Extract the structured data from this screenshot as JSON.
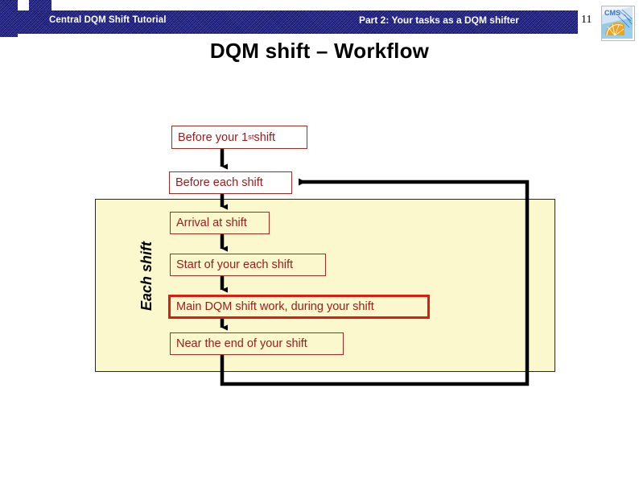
{
  "header": {
    "left_title": "Central DQM Shift Tutorial",
    "right_title": "Part 2: Your tasks as a DQM shifter",
    "page_number": "11",
    "logo_name": "CMS",
    "banner_color": "#191b9e"
  },
  "slide": {
    "title": "DQM shift – Workflow"
  },
  "diagram": {
    "panel_label": "Each shift",
    "panel_color": "#fbf8cd",
    "box_border_color": "#a62a22",
    "box_text_color": "#9e1a1a",
    "highlight_border_color": "#e01b10",
    "connector_color": "#000000",
    "boxes": [
      {
        "id": "before-first",
        "text_before": "Before your 1",
        "superscript": "st",
        "text_after": " shift",
        "emphasis": "normal"
      },
      {
        "id": "before-each",
        "label": "Before each shift",
        "emphasis": "normal"
      },
      {
        "id": "arrival",
        "label": "Arrival at shift",
        "emphasis": "normal"
      },
      {
        "id": "start",
        "label": "Start of your each shift",
        "emphasis": "normal"
      },
      {
        "id": "main",
        "label": "Main DQM shift work, during your shift",
        "emphasis": "highlight"
      },
      {
        "id": "near-end",
        "label": "Near the end of your shift",
        "emphasis": "normal"
      }
    ]
  }
}
